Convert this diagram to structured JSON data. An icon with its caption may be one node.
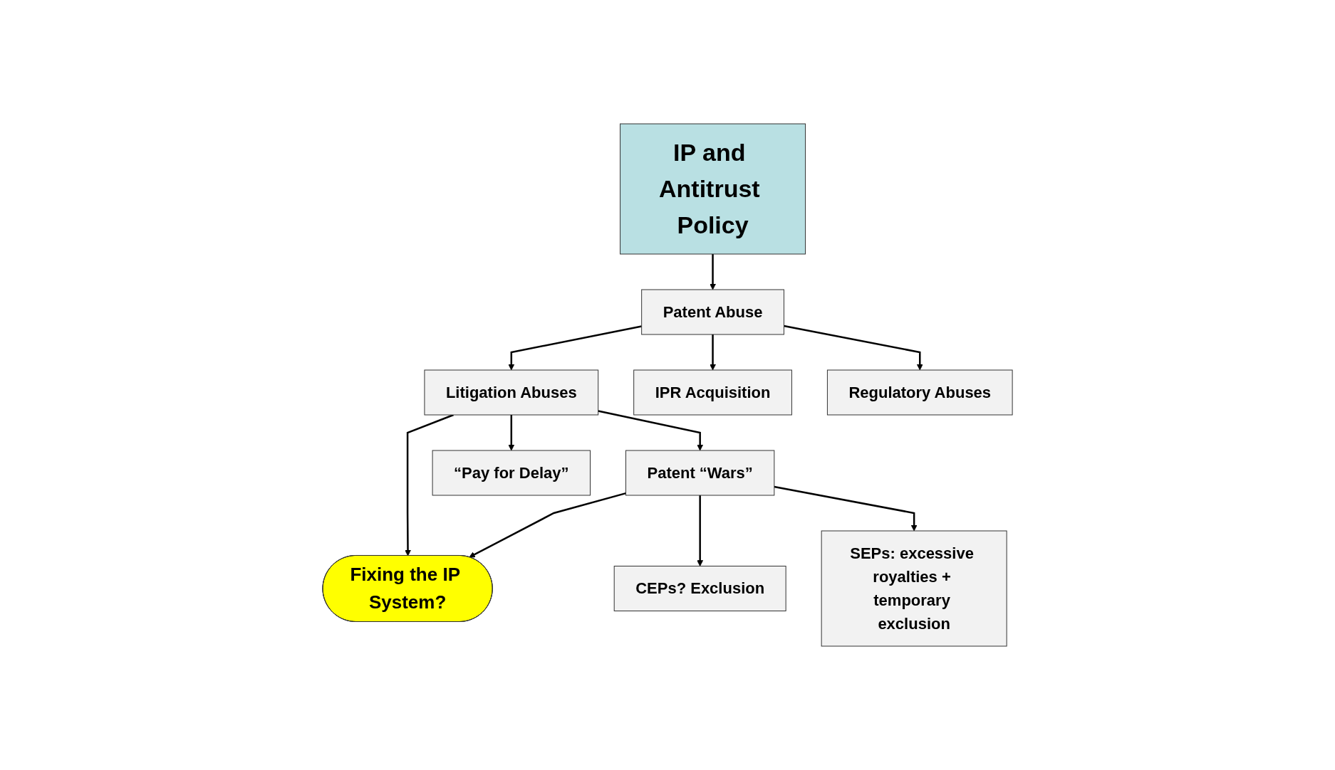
{
  "diagram": {
    "nodes": [
      {
        "text": [
          "IP and Antitrust Policy"
        ]
      },
      {
        "text": [
          "Patent Abuse"
        ]
      },
      {
        "text": [
          "Fixing the IP System?"
        ]
      },
      {
        "text": [
          "Patent “Wars”"
        ]
      },
      {
        "text": [
          "Litigation Abuses"
        ]
      },
      {
        "text": [
          "IPR Acquisition"
        ]
      },
      {
        "text": [
          "Regulatory Abuses"
        ]
      },
      {
        "text": [
          "CEPs? Exclusion"
        ]
      },
      {
        "text": [
          "SEPs: excessive royalties + temporary exclusion"
        ]
      },
      {
        "text": [
          "“Pay for Delay”"
        ]
      }
    ],
    "edges": [
      {
        "from": 0,
        "to": 1,
        "arrow": "to"
      },
      {
        "from": 1,
        "to": 4,
        "arrow": "to"
      },
      {
        "from": 1,
        "to": 5,
        "arrow": "to"
      },
      {
        "from": 1,
        "to": 6,
        "arrow": "to"
      },
      {
        "from": 4,
        "to": 2,
        "arrow": "to"
      },
      {
        "from": 3,
        "to": 2,
        "arrow": "to"
      },
      {
        "from": 4,
        "to": 3,
        "arrow": "to"
      },
      {
        "from": 3,
        "to": 7,
        "arrow": "to"
      },
      {
        "from": 3,
        "to": 8,
        "arrow": "to"
      },
      {
        "from": 4,
        "to": 9,
        "arrow": "to"
      }
    ]
  }
}
